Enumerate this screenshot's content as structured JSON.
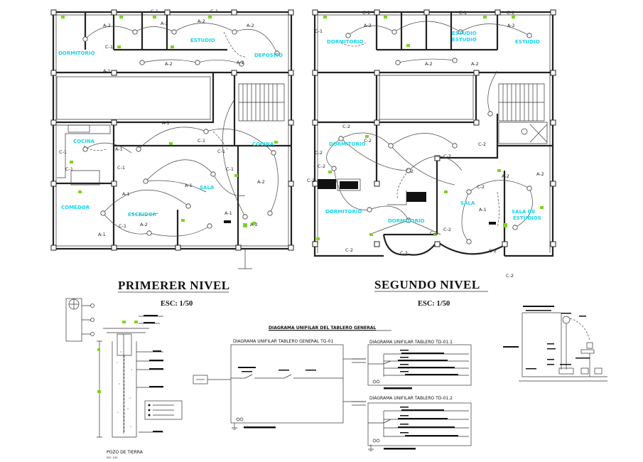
{
  "plans": [
    {
      "title": "PRIMERER NIVEL",
      "scale": "ESC: 1/50",
      "rooms": [
        "DORMITORIO",
        "ESTUDIO",
        "DEPOSITO",
        "COCINA",
        "COCINA",
        "SALA",
        "COMEDOR",
        "ESCRIDOR"
      ]
    },
    {
      "title": "SEGUNDO NIVEL",
      "scale": "ESC: 1/50",
      "rooms": [
        "DORMITORIO",
        "ESTUDIO",
        "ESTUDIO",
        "ESTUDIO",
        "DORMITORIO",
        "DORMITORIO",
        "DORMITORIO",
        "SALA",
        "SALA DE",
        "ESTUDIOS"
      ]
    }
  ],
  "circuit_labels_1": [
    "A-2",
    "C-1",
    "A-2",
    "A-2",
    "C-1",
    "A-2",
    "A-2",
    "A-1",
    "A-1",
    "C-1",
    "A-1",
    "C-1",
    "A-1",
    "A-1",
    "A-1",
    "C-1",
    "A-2",
    "A-2",
    "C-1",
    "C-1",
    "C-1",
    "A-1",
    "C-1",
    "C-1",
    "A-2",
    "A-2"
  ],
  "circuit_labels_2": [
    "C-1",
    "C-1",
    "C-1",
    "C-1",
    "A-2",
    "A-2",
    "A-2",
    "A-2",
    "C-2",
    "C-2",
    "C-2",
    "C-2",
    "C-2",
    "C-2",
    "C-2",
    "C-2",
    "C-2",
    "A-2",
    "A-1",
    "A-2",
    "C-2",
    "C-2",
    "C-2",
    "C-2",
    "C-2"
  ],
  "stray_label": "C-2",
  "diagram_title": "DIAGRAMA UNIFILAR DEL TABLERO GENERAL",
  "panel_general": "DIAGRAMA UNIFILAR TABLERO  GENERAL TG-01",
  "panel_td1": "DIAGRAMA UNIFILAR TABLERO TD-01.1",
  "panel_td2": "DIAGRAMA UNIFILAR TABLERO TD-01.2",
  "well_label": "POZO DE TIERRA",
  "well_scale": "ESC: 1/50"
}
